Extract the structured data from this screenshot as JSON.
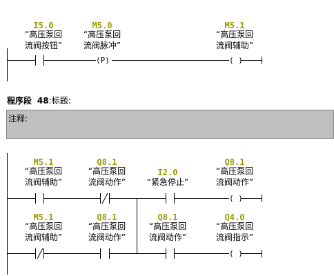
{
  "network_top": {
    "contacts": [
      {
        "address": "I5.0",
        "symbol_line1": "“高压泵回",
        "symbol_line2": "流阀按钮”"
      },
      {
        "address": "M5.0",
        "symbol_line1": "“高压泵回",
        "symbol_line2": "流阀脉冲”",
        "coil_label": "(P)"
      },
      {
        "address": "M5.1",
        "symbol_line1": "“高压泵回",
        "symbol_line2": "流阀辅助”",
        "coil_label": "( )"
      }
    ]
  },
  "network_48": {
    "header_prefix": "程序段",
    "number": "48",
    "title_label": ":标题:",
    "comment_label": "注释:",
    "row1": [
      {
        "address": "M5.1",
        "symbol_line1": "“高压泵回",
        "symbol_line2": "流阀辅助”"
      },
      {
        "address": "Q8.1",
        "symbol_line1": "“高压泵回",
        "symbol_line2": "流阀动作”"
      },
      {
        "address": "I2.0",
        "symbol_line1": "“紧急停止”",
        "symbol_line2": ""
      },
      {
        "address": "Q8.1",
        "symbol_line1": "“高压泵回",
        "symbol_line2": "流阀动作”",
        "coil_label": "( )"
      }
    ],
    "row2": [
      {
        "address": "M5.1",
        "symbol_line1": "“高压泵回",
        "symbol_line2": "流阀辅助”"
      },
      {
        "address": "Q8.1",
        "symbol_line1": "“高压泵回",
        "symbol_line2": "流阀动作”"
      },
      {
        "address": "Q8.1",
        "symbol_line1": "“高压泵回",
        "symbol_line2": "流阀动作”"
      },
      {
        "address": "Q4.0",
        "symbol_line1": "“高压泵回",
        "symbol_line2": "流阀指示”",
        "coil_label": "( )"
      }
    ]
  }
}
